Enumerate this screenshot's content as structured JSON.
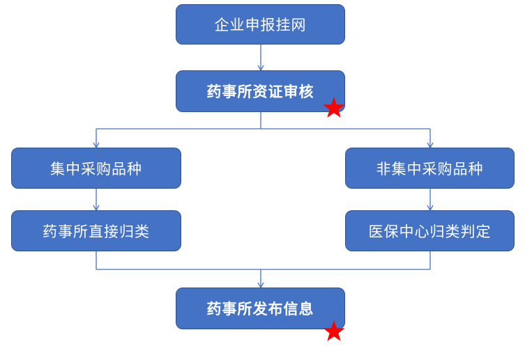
{
  "colors": {
    "box_fill": "#4472c4",
    "box_border": "#2f528f",
    "text": "#ffffff",
    "connector": "#4472c4",
    "star": "#ff0000"
  },
  "nodes": {
    "enterprise_listing": "企业申报挂网",
    "pharmacy_review": "药事所资证审核",
    "centralized_variety": "集中采购品种",
    "non_centralized_variety": "非集中采购品种",
    "pharmacy_direct_classification": "药事所直接归类",
    "medical_insurance_classification": "医保中心归类判定",
    "pharmacy_publish": "药事所发布信息"
  },
  "marks": {
    "review_star": "star-icon",
    "publish_star": "star-icon"
  }
}
